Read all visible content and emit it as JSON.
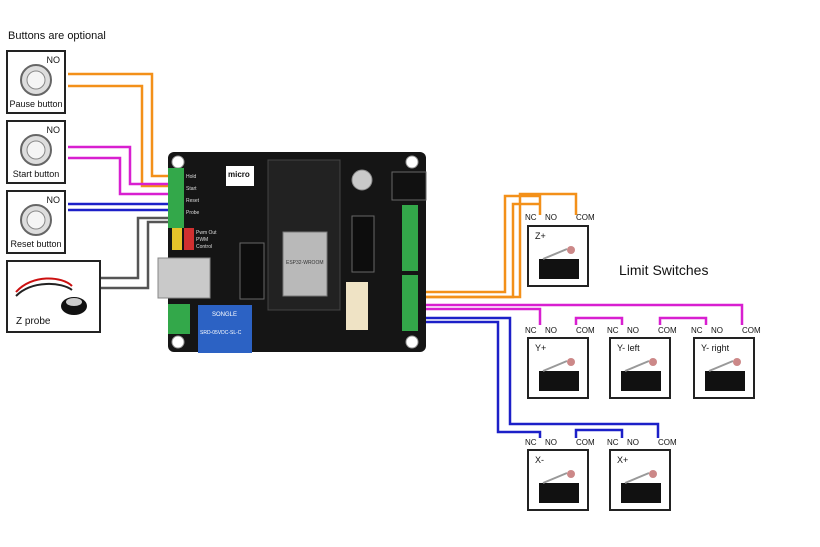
{
  "note": "Buttons are optional",
  "buttons": [
    {
      "no": "NO",
      "label": "Pause button"
    },
    {
      "no": "NO",
      "label": "Start button"
    },
    {
      "no": "NO",
      "label": "Reset button"
    }
  ],
  "zprobe": {
    "label": "Z probe"
  },
  "limit_title": "Limit Switches",
  "switches": [
    {
      "label": "Z+",
      "nc": "NC",
      "no": "NO",
      "com": "COM"
    },
    {
      "label": "Y+",
      "nc": "NC",
      "no": "NO",
      "com": "COM"
    },
    {
      "label": "Y- left",
      "nc": "NC",
      "no": "NO",
      "com": "COM"
    },
    {
      "label": "Y- right",
      "nc": "NC",
      "no": "NO",
      "com": "COM"
    },
    {
      "label": "X-",
      "nc": "NC",
      "no": "NO",
      "com": "COM"
    },
    {
      "label": "X+",
      "nc": "NC",
      "no": "NO",
      "com": "COM"
    }
  ],
  "board": {
    "header_labels": [
      "Hold",
      "Start",
      "Reset",
      "Probe"
    ],
    "power_labels": [
      "Pwm Out",
      "PWM",
      "Control"
    ],
    "logo_text": "micro",
    "relay_text": "SONGLE",
    "relay_spec": "SRD-05VDC-SL-C",
    "module_text": "ESP32-WROOM"
  },
  "colors": {
    "orange": "#f39019",
    "magenta": "#d81fd0",
    "blue": "#1c20c8",
    "gray": "#555555",
    "pcb": "#151515",
    "terminal": "#33a84a"
  }
}
